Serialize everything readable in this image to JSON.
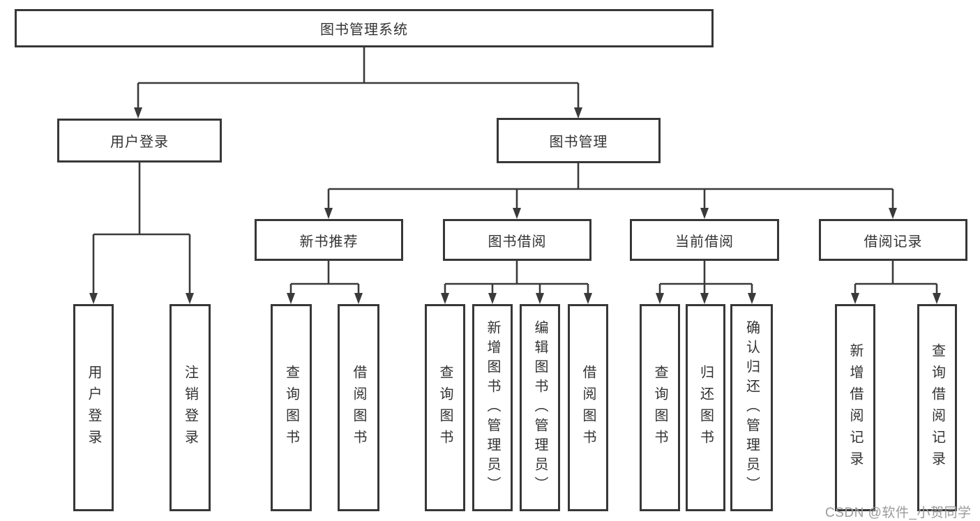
{
  "watermark": "CSDN @软件_小贺同学",
  "tree": {
    "root": {
      "label": "图书管理系统"
    },
    "branches": [
      {
        "label": "用户登录",
        "children": [
          {
            "label": "用户登录"
          },
          {
            "label": "注销登录"
          }
        ]
      },
      {
        "label": "图书管理",
        "children": [
          {
            "label": "新书推荐",
            "children": [
              {
                "label": "查询图书"
              },
              {
                "label": "借阅图书"
              }
            ]
          },
          {
            "label": "图书借阅",
            "children": [
              {
                "label": "查询图书"
              },
              {
                "label": "新增图书（管理员）"
              },
              {
                "label": "编辑图书（管理员）"
              },
              {
                "label": "借阅图书"
              }
            ]
          },
          {
            "label": "当前借阅",
            "children": [
              {
                "label": "查询图书"
              },
              {
                "label": "归还图书"
              },
              {
                "label": "确认归还（管理员）"
              }
            ]
          },
          {
            "label": "借阅记录",
            "children": [
              {
                "label": "新增借阅记录"
              },
              {
                "label": "查询借阅记录"
              }
            ]
          }
        ]
      }
    ]
  },
  "style": {
    "line_color": "#3a3a3a",
    "box_border_color": "#373737",
    "text_color": "#333333",
    "watermark_color": "#9b9b9b",
    "background": "#ffffff"
  }
}
